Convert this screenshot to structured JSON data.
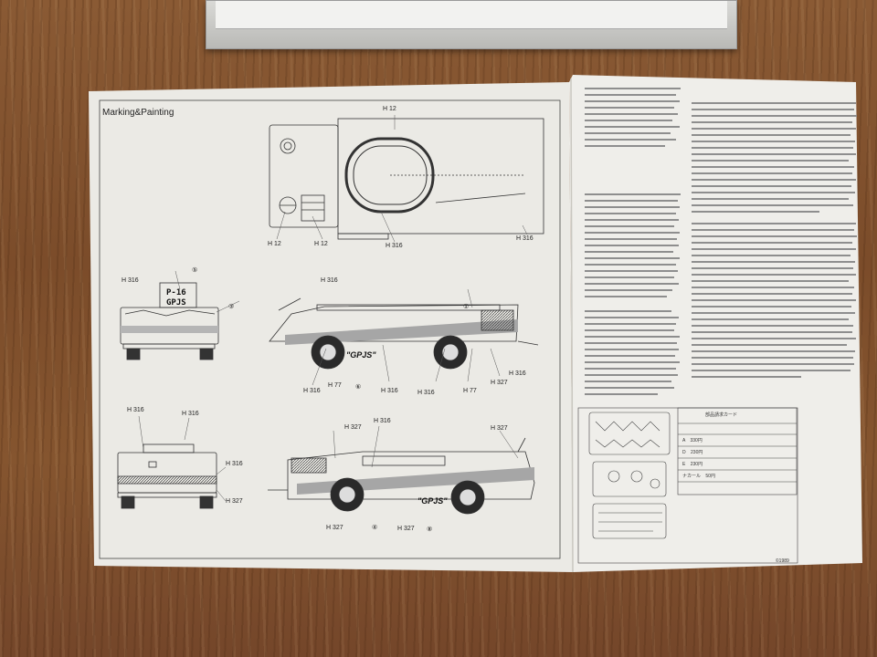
{
  "scene": {
    "sheet_title": "Marking&Painting",
    "copyright": "©1989"
  },
  "vehicle": {
    "plate_line1": "P-16",
    "plate_line2": "GPJS",
    "side_decal": "\"GPJS\""
  },
  "callouts": {
    "h12_top": "H 12",
    "h12_a": "H 12",
    "h12_b": "H 12",
    "h316_top_mid": "H 316",
    "h316_top_right": "H 316",
    "h316_front": "H 316",
    "h316_side_top": "H 316",
    "h316_side_b1": "H 316",
    "h316_side_b2": "H 316",
    "h316_side_b3": "H 316",
    "h316_side_r": "H 316",
    "h77_a": "H 77",
    "h77_b": "H 77",
    "h327_side": "H 327",
    "h316_rear_a": "H 316",
    "h316_rear_b": "H 316",
    "h316_rear_c": "H 316",
    "h327_rear": "H 327",
    "h327_s2_a": "H 327",
    "h316_s2": "H 316",
    "h327_s2_b": "H 327",
    "h327_s2_c": "H 327",
    "h327_s2_d": "H 327",
    "n1": "①",
    "n3": "③",
    "n4": "④",
    "n5": "⑤",
    "n6": "⑥",
    "n8": "⑧"
  },
  "parts_card": {
    "title": "部品請求カード",
    "rows": [
      {
        "label": "A",
        "price": "330円"
      },
      {
        "label": "D",
        "price": "230円"
      },
      {
        "label": "E",
        "price": "230円"
      },
      {
        "label": "ナカール",
        "price": "50円"
      }
    ]
  },
  "colors": {
    "paper": "#ecebe6",
    "ink": "#2a2a2a",
    "stripe": "#9a9a9a",
    "wood": "#7b4c2a"
  }
}
